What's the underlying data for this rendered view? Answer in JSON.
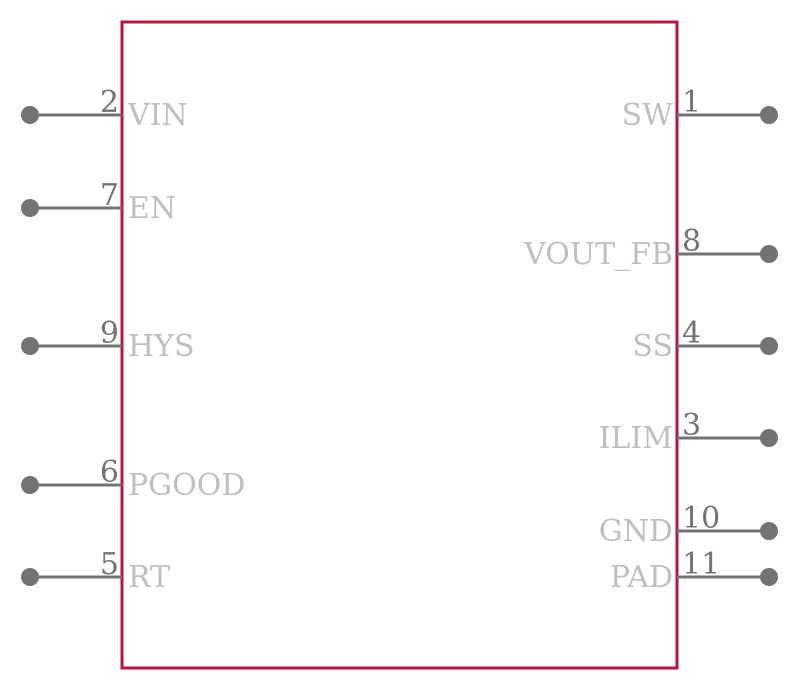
{
  "component": {
    "body_color": "#b8163a",
    "pin_color": "#737373",
    "label_color": "#bfbfbf"
  },
  "left_pins": [
    {
      "number": "2",
      "name": "VIN"
    },
    {
      "number": "7",
      "name": "EN"
    },
    {
      "number": "9",
      "name": "HYS"
    },
    {
      "number": "6",
      "name": "PGOOD"
    },
    {
      "number": "5",
      "name": "RT"
    }
  ],
  "right_pins": [
    {
      "number": "1",
      "name": "SW"
    },
    {
      "number": "8",
      "name": "VOUT_FB"
    },
    {
      "number": "4",
      "name": "SS"
    },
    {
      "number": "3",
      "name": "ILIM"
    },
    {
      "number": "10",
      "name": "GND"
    },
    {
      "number": "11",
      "name": "PAD"
    }
  ]
}
